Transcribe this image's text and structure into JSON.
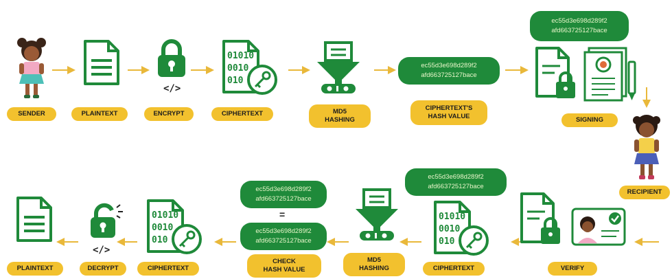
{
  "colors": {
    "green": "#1f8a3a",
    "yellow": "#f2c12e",
    "arrow": "#e9b83a",
    "hash_text": "#e8f6c9"
  },
  "top_row": {
    "sender": "SENDER",
    "plaintext": "PLAINTEXT",
    "encrypt": "ENCRYPT",
    "ciphertext": "CIPHERTEXT",
    "md5_hashing": "MD5\nHASHING",
    "hash_value_label": "CIPHERTEXT'S\nHASH VALUE",
    "hash_value": {
      "line1": "ec55d3e698d289f2",
      "line2": "afd663725127bace"
    },
    "signing": "SIGNING",
    "signing_hash": {
      "line1": "ec55d3e698d289f2",
      "line2": "afd663725127bace"
    }
  },
  "right": {
    "recipient": "RECIPIENT"
  },
  "bottom_row": {
    "verify": "VERIFY",
    "ciphertext": "CIPHERTEXT",
    "ciphertext_hash": {
      "line1": "ec55d3e698d289f2",
      "line2": "afd663725127bace"
    },
    "md5_hashing": "MD5\nHASHING",
    "check_hash_value": "CHECK\nHASH VALUE",
    "check_hash_top": {
      "line1": "ec55d3e698d289f2",
      "line2": "afd663725127bace"
    },
    "equals": "=",
    "check_hash_bottom": {
      "line1": "ec55d3e698d289f2",
      "line2": "afd663725127bace"
    },
    "ciphertext2": "CIPHERTEXT",
    "decrypt": "DECRYPT",
    "plaintext": "PLAINTEXT"
  },
  "icons": {
    "code": "</>",
    "cipher_lines": [
      "01010",
      "0010",
      "010"
    ]
  }
}
